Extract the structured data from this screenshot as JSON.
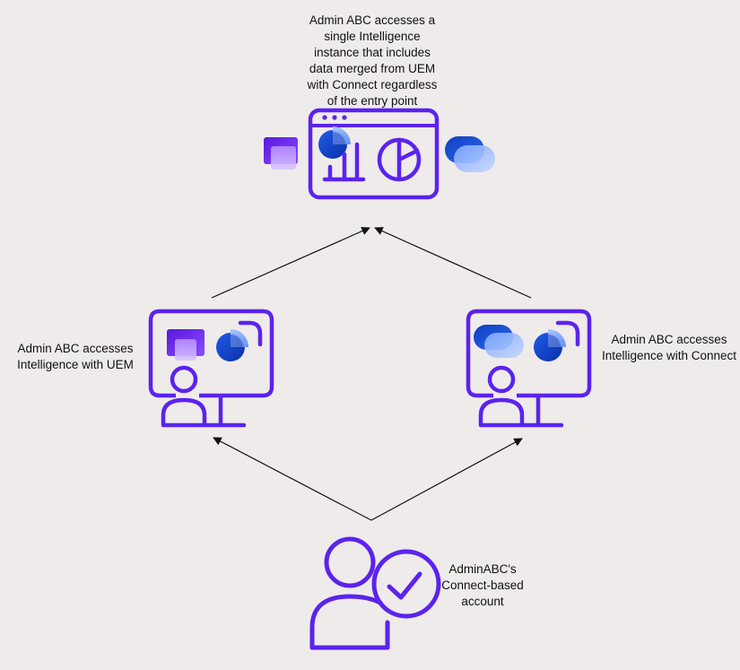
{
  "colors": {
    "background": "#efebeb",
    "stroke": "#5b23ee",
    "uem_light": "#c6a8ff",
    "uem_mid": "#9d6bff",
    "uem_dark": "#6a1fe6",
    "connect_light": "#a9c3ff",
    "connect_mid": "#2f6df0",
    "connect_dark": "#1646c8",
    "arrow": "#111111"
  },
  "labels": {
    "top": [
      "Admin ABC accesses  a",
      "single Intelligence",
      "instance that includes",
      "data merged from UEM",
      "with Connect regardless",
      "of the entry point"
    ],
    "left": [
      "Admin ABC accesses",
      "Intelligence with UEM"
    ],
    "right": [
      "Admin ABC accesses",
      "Intelligence with Connect"
    ],
    "bottom": [
      "AdminABC's",
      "Connect-based",
      "account"
    ]
  },
  "icons": {
    "top": "intelligence-dashboard-icon",
    "left": "uem-user-monitor-icon",
    "right": "connect-user-monitor-icon",
    "bottom": "verified-user-icon",
    "uem_logo": "uem-logo-icon",
    "connect_logo": "connect-logo-icon",
    "intelligence_logo": "intelligence-logo-icon"
  }
}
